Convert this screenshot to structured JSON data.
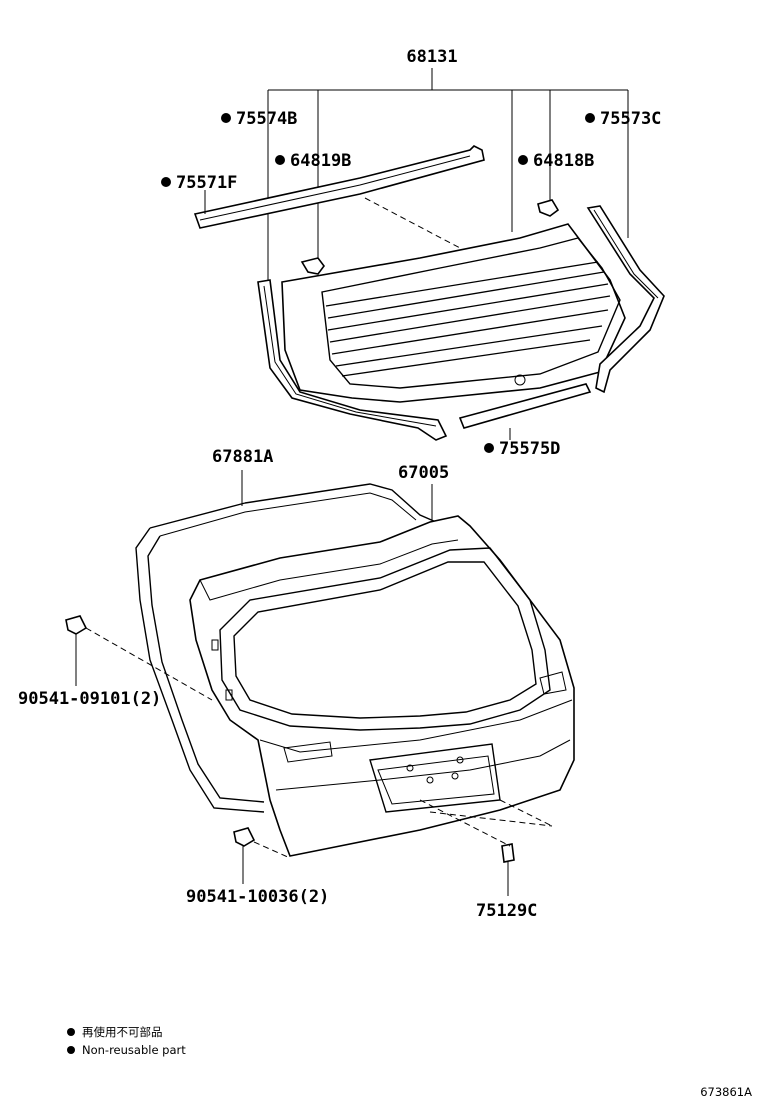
{
  "labels": {
    "p68131": "68131",
    "p75574B": "75574B",
    "p75573C": "75573C",
    "p64819B": "64819B",
    "p64818B": "64818B",
    "p75571F": "75571F",
    "p75575D": "75575D",
    "p67881A": "67881A",
    "p67005": "67005",
    "p90541_09101": "90541-09101(2)",
    "p90541_10036": "90541-10036(2)",
    "p75129C": "75129C"
  },
  "legend": {
    "line_jp": "再使用不可部品",
    "line_en": "Non-reusable part"
  },
  "figure_id": "673861A"
}
